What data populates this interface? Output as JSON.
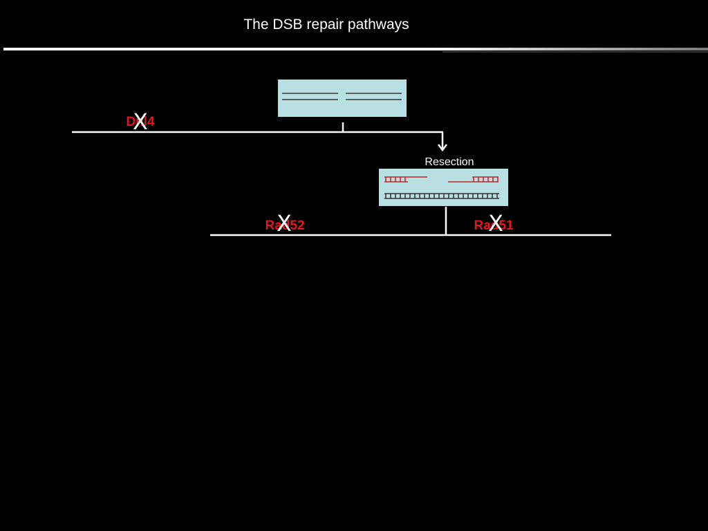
{
  "slide": {
    "title": "The DSB repair pathways"
  },
  "diagram": {
    "labels": {
      "dnl4": "Dnl4",
      "resection": "Resection",
      "rad52": "Rad52",
      "rad51": "Rad51"
    },
    "block_mark": "X"
  },
  "colors": {
    "background": "#000000",
    "text": "#ffffff",
    "gene_label": "#e8141b",
    "box_fill": "#b8e0e3",
    "dna_strand": "#333333",
    "resected_strand": "#c0262d"
  }
}
